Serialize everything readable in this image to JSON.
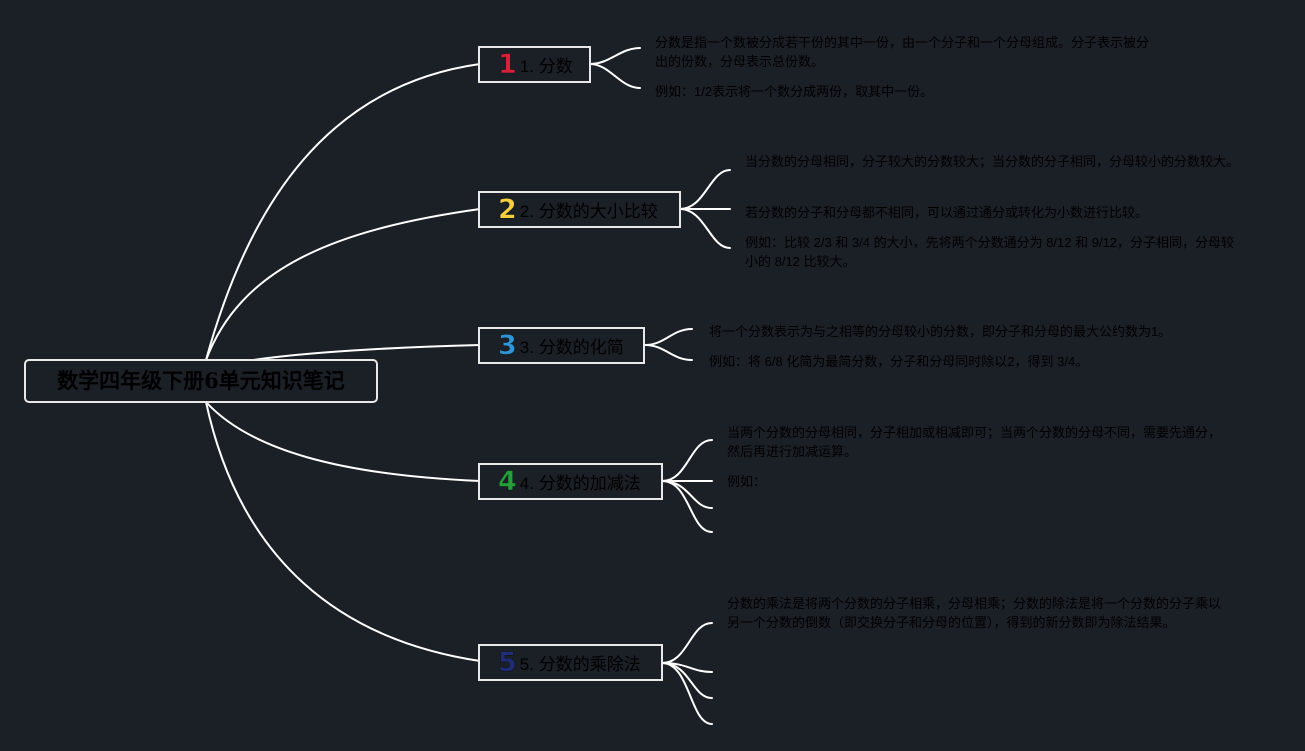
{
  "root": {
    "title": "数学四年级下册6单元知识笔记"
  },
  "topics": [
    {
      "number": "1",
      "number_color": "#d6213a",
      "label": "1. 分数",
      "notes": [
        "分数是指一个数被分成若干份的其中一份，由一个分子和一个分母组成。分子表示被分出的份数，分母表示总份数。",
        "例如：1/2表示将一个数分成两份，取其中一份。"
      ]
    },
    {
      "number": "2",
      "number_color": "#f5cf3e",
      "label": "2. 分数的大小比较",
      "notes": [
        "当分数的分母相同，分子较大的分数较大；当分数的分子相同，分母较小的分数较大。",
        "若分数的分子和分母都不相同，可以通过通分或转化为小数进行比较。",
        "例如：比较 2/3 和 3/4 的大小，先将两个分数通分为 8/12 和 9/12，分子相同，分母较小的 8/12 比较大。"
      ]
    },
    {
      "number": "3",
      "number_color": "#2f95d6",
      "label": "3. 分数的化简",
      "notes": [
        "将一个分数表示为与之相等的分母较小的分数，即分子和分母的最大公约数为1。",
        "例如：将 6/8 化简为最简分数，分子和分母同时除以2，得到 3/4。"
      ]
    },
    {
      "number": "4",
      "number_color": "#22a03a",
      "label": "4. 分数的加减法",
      "notes": [
        "当两个分数的分母相同，分子相加或相减即可；当两个分数的分母不同，需要先通分，然后再进行加减运算。",
        "例如："
      ]
    },
    {
      "number": "5",
      "number_color": "#1f2d78",
      "label": "5. 分数的乘除法",
      "notes": [
        "分数的乘法是将两个分数的分子相乘，分母相乘；分数的除法是将一个分数的分子乘以另一个分数的倒数（即交换分子和分母的位置），得到的新分数即为除法结果。"
      ]
    }
  ],
  "colors": {
    "background": "#1b1f26",
    "line": "#ffffff",
    "border": "#e8e8e8",
    "text": "#000000"
  }
}
